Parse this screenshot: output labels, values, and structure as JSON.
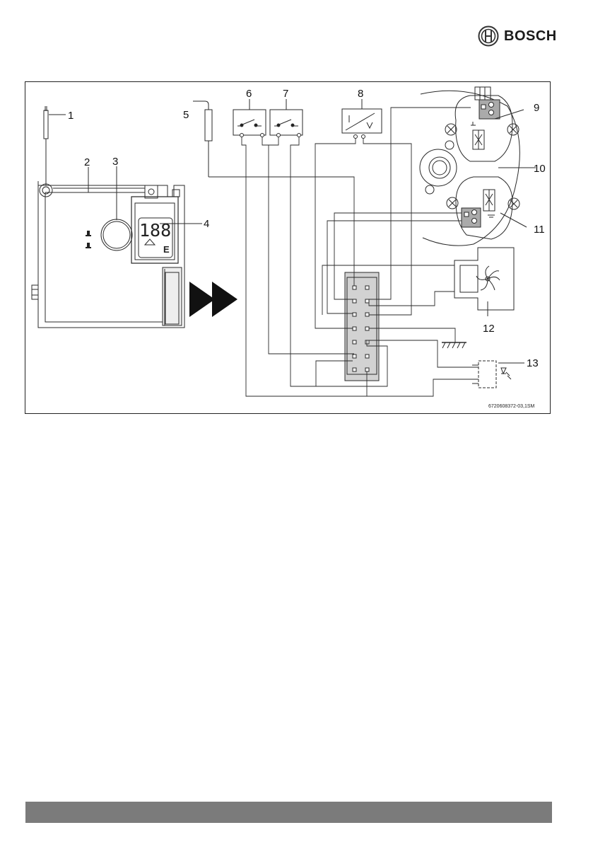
{
  "brand": {
    "name": "BOSCH"
  },
  "diagram": {
    "labels": [
      "1",
      "2",
      "3",
      "4",
      "5",
      "6",
      "7",
      "8",
      "9",
      "10",
      "11",
      "12",
      "13"
    ],
    "display_text": "188",
    "display_unit": "E",
    "reference": "6720608372-03,1SM"
  }
}
